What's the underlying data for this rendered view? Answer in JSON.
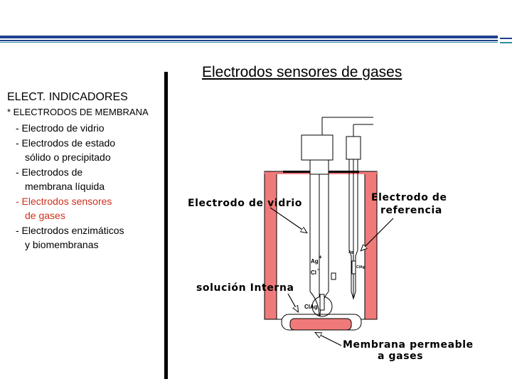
{
  "slide": {
    "title": "Electrodos sensores de gases",
    "colors": {
      "accent_blue": "#1f3f8f",
      "accent_teal": "#2f8f9f",
      "highlight_red": "#d0301c",
      "cell_pink": "#f07a7a"
    }
  },
  "outline": {
    "heading": "ELECT. INDICADORES",
    "subheading": "* ELECTRODOS DE MEMBRANA",
    "items": [
      {
        "line1": "- Electrodo de vidrio",
        "line2": ""
      },
      {
        "line1": "- Electrodos de estado",
        "line2": "sólido o precipitado"
      },
      {
        "line1": "- Electrodos de",
        "line2": "membrana líquida"
      },
      {
        "line1": "- Electrodos sensores",
        "line2": "de gases"
      },
      {
        "line1": "- Electrodos enzimáticos",
        "line2": "y biomembranas"
      }
    ]
  },
  "diagram": {
    "labels": {
      "glass_electrode": "Electrodo de vidrio",
      "reference_line1": "Electrodo de",
      "reference_line2": "referencia",
      "internal_solution": "solución Interna",
      "membrane_line1": "Membrana permeable",
      "membrane_line2": "a gases"
    },
    "chem": {
      "ag_plus": "Ag",
      "plus": "+",
      "cl_minus": "Cl",
      "minus": "-",
      "clag": "ClAg",
      "ref_ag": "Ag",
      "ref_clag": "ClAg"
    }
  }
}
